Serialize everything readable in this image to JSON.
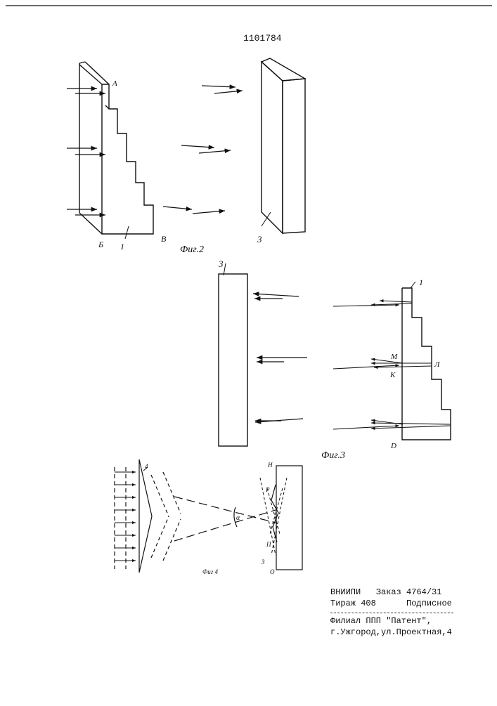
{
  "document": {
    "patent_number": "1101784"
  },
  "figures": {
    "fig2": {
      "caption": "Фиг.2",
      "labels": {
        "a": "А",
        "b": "Б",
        "v": "В",
        "one": "1",
        "three": "3"
      }
    },
    "fig3": {
      "caption": "Фиг.3",
      "labels": {
        "three": "3",
        "one": "1",
        "m": "М",
        "k": "К",
        "l": "Л",
        "d": "D"
      }
    },
    "fig4": {
      "caption": "Фиг 4",
      "labels": {
        "four": "4",
        "n_top": "Н",
        "p": "Р",
        "alpha": "α",
        "n_mid": "П",
        "three": "3",
        "o": "О"
      }
    }
  },
  "footer": {
    "line1_left": "ВНИИПИ",
    "line1_right": "Заказ 4764/31",
    "line2_left": "Тираж 408",
    "line2_right": "Подписное",
    "line3": "Филиал ППП \"Патент\",",
    "line4": "г.Ужгород,ул.Проектная,4"
  }
}
